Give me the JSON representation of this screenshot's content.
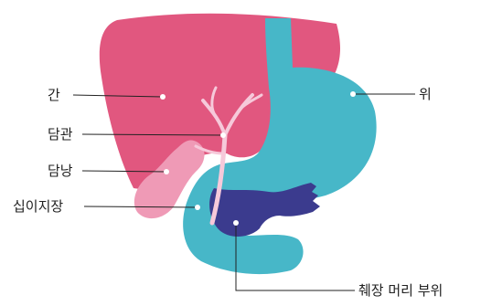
{
  "labels": {
    "liver": "간",
    "bile_duct": "담관",
    "gallbladder": "담낭",
    "duodenum": "십이지장",
    "stomach": "위",
    "pancreas_head": "췌장 머리 부위"
  },
  "colors": {
    "liver": "#e1577f",
    "gallbladder": "#ef9ab6",
    "bile_duct": "#f6c9da",
    "stomach": "#47b7c8",
    "pancreas": "#3b3b8e",
    "leader_line": "#222222",
    "dot": "#ffffff"
  }
}
